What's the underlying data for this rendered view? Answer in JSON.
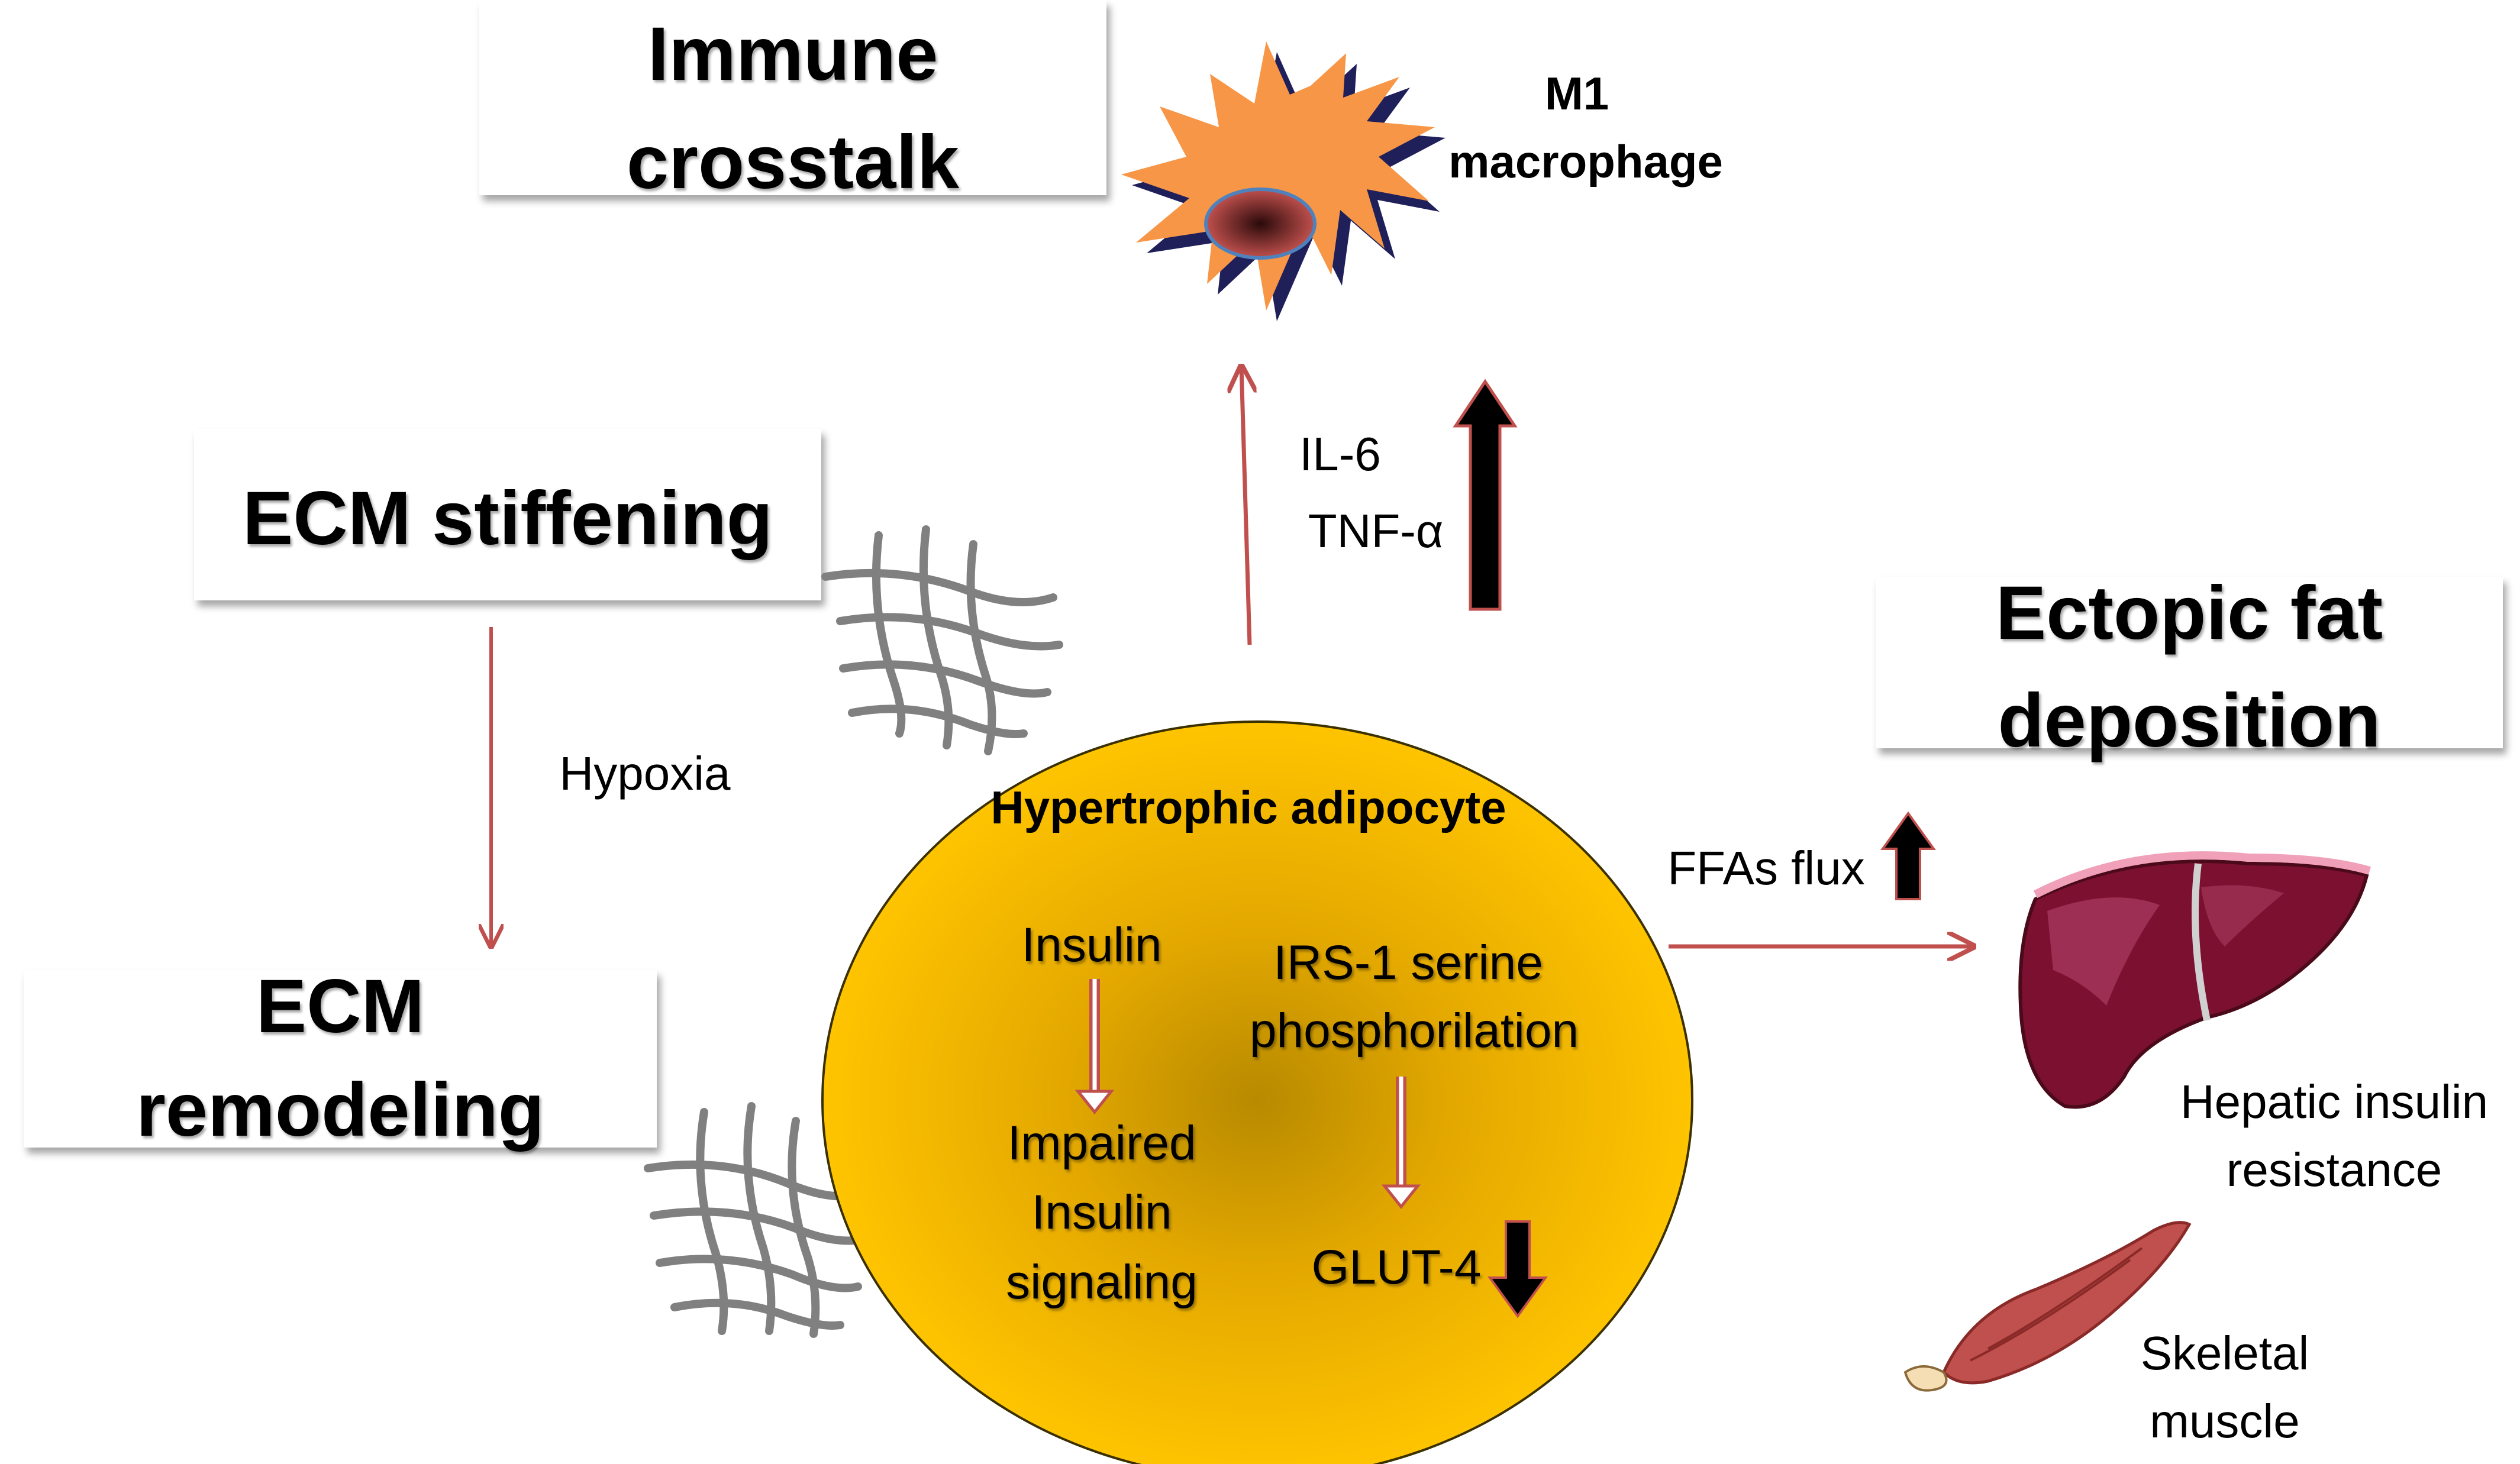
{
  "boxes": {
    "immune": {
      "line1": "Immune",
      "line2": "crosstalk"
    },
    "ecm_stiffening": {
      "line1": "ECM stiffening"
    },
    "ecm_remodeling": {
      "line1": "ECM",
      "line2": "remodeling"
    },
    "ectopic_fat": {
      "line1": "Ectopic fat",
      "line2": "deposition"
    }
  },
  "macrophage": {
    "line1": "M1",
    "line2": "macrophage"
  },
  "cytokines": {
    "line1": "IL-6",
    "line2": "TNF-α"
  },
  "hypoxia": "Hypoxia",
  "adipocyte": {
    "title": "Hypertrophic adipocyte",
    "insulin": "Insulin",
    "impaired": {
      "line1": "Impaired",
      "line2": "Insulin",
      "line3": "signaling"
    },
    "irs": {
      "line1": "IRS-1 serine",
      "line2": "phosphorilation"
    },
    "glut": "GLUT-4"
  },
  "ffa": "FFAs flux",
  "liver": {
    "line1": "Hepatic insulin",
    "line2": "resistance"
  },
  "muscle": {
    "line1": "Skeletal",
    "line2": "muscle"
  },
  "colors": {
    "arrow_red": "#c0504d",
    "adipocyte_gold": "#ffc000",
    "macrophage_orange": "#f79646",
    "liver_maroon": "#7b1030",
    "muscle_red": "#c0504d",
    "mesh_gray": "#808080"
  }
}
